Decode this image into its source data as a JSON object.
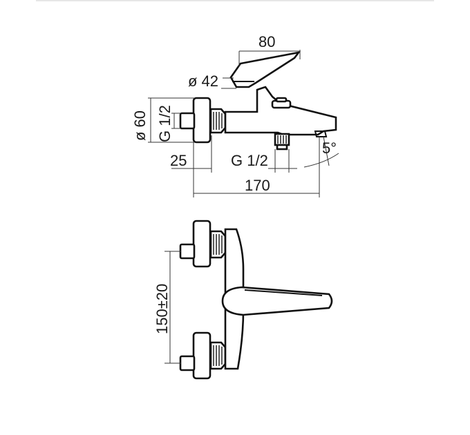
{
  "side_view": {
    "dim_width": "80",
    "dim_handle_diameter": "ø 42",
    "dim_flange_diameter": "ø 60",
    "dim_inlet_thread": "G 1/2",
    "dim_offset": "25",
    "dim_outlet_thread": "G 1/2",
    "dim_total_length": "170",
    "dim_angle": "5°"
  },
  "front_view": {
    "dim_centers": "150±20"
  }
}
